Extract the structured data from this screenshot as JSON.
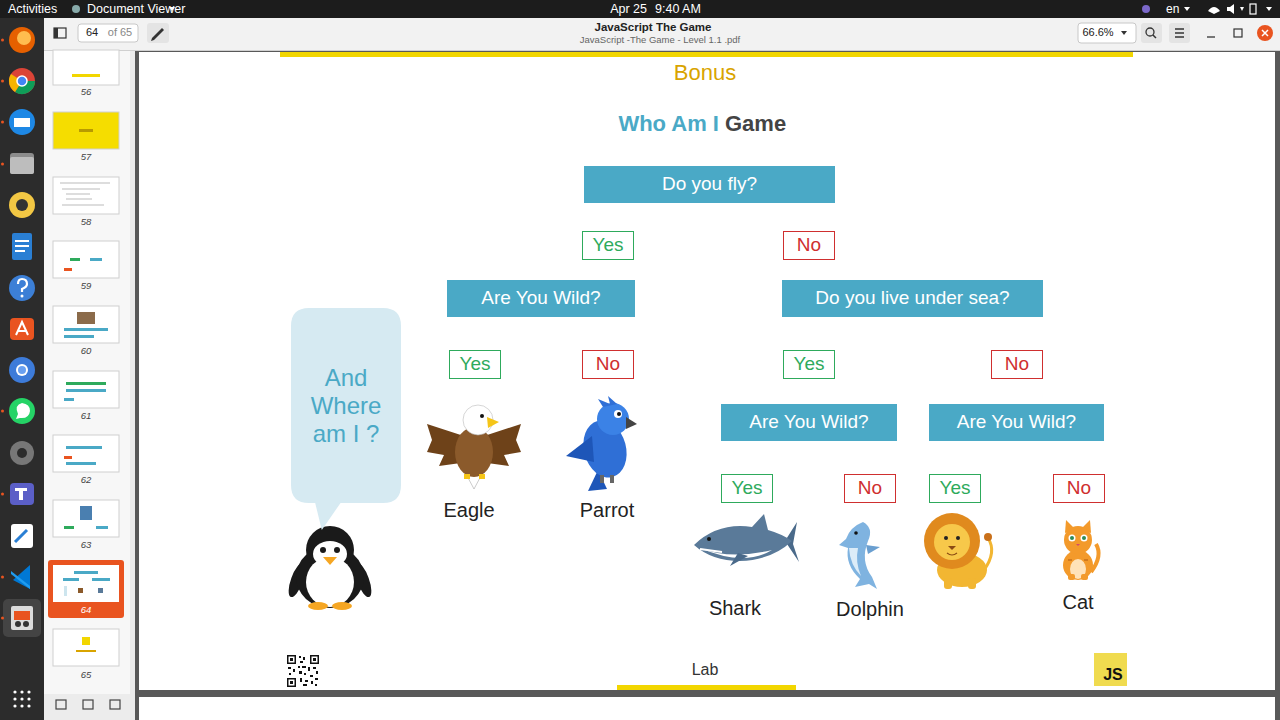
{
  "diagram": {
    "nodes": [
      {
        "text": [
          "Do you fly?"
        ]
      },
      {
        "text": [
          "Yes"
        ]
      },
      {
        "text": [
          "No"
        ]
      },
      {
        "text": [
          "Are You Wild?"
        ]
      },
      {
        "text": [
          "Do you live under sea?"
        ]
      },
      {
        "text": [
          "And Where am I ?"
        ]
      },
      {
        "text": [
          "Yes"
        ]
      },
      {
        "text": [
          "No"
        ]
      },
      {
        "text": [
          "Yes"
        ]
      },
      {
        "text": [
          "No"
        ]
      },
      {
        "text": [
          "Are You Wild?"
        ]
      },
      {
        "text": [
          "Are You Wild?"
        ]
      },
      {
        "text": [
          "Yes"
        ]
      },
      {
        "text": [
          "No"
        ]
      },
      {
        "text": [
          "Yes"
        ]
      },
      {
        "text": [
          "No"
        ]
      }
    ],
    "labels": [
      "Activities",
      "Document Viewer",
      "Apr 25",
      "9:40 AM",
      "en",
      "JavaScript The Game",
      "JavaScript -The Game - Level 1.1 .pdf",
      "64",
      "of 65",
      "66.6%",
      "56",
      "57",
      "58",
      "59",
      "60",
      "61",
      "62",
      "63",
      "64",
      "65",
      "Bonus",
      "Who Am I",
      "Game",
      "Eagle",
      "Parrot",
      "Shark",
      "Dolphin",
      "Cat",
      "Lab",
      "JS"
    ]
  }
}
